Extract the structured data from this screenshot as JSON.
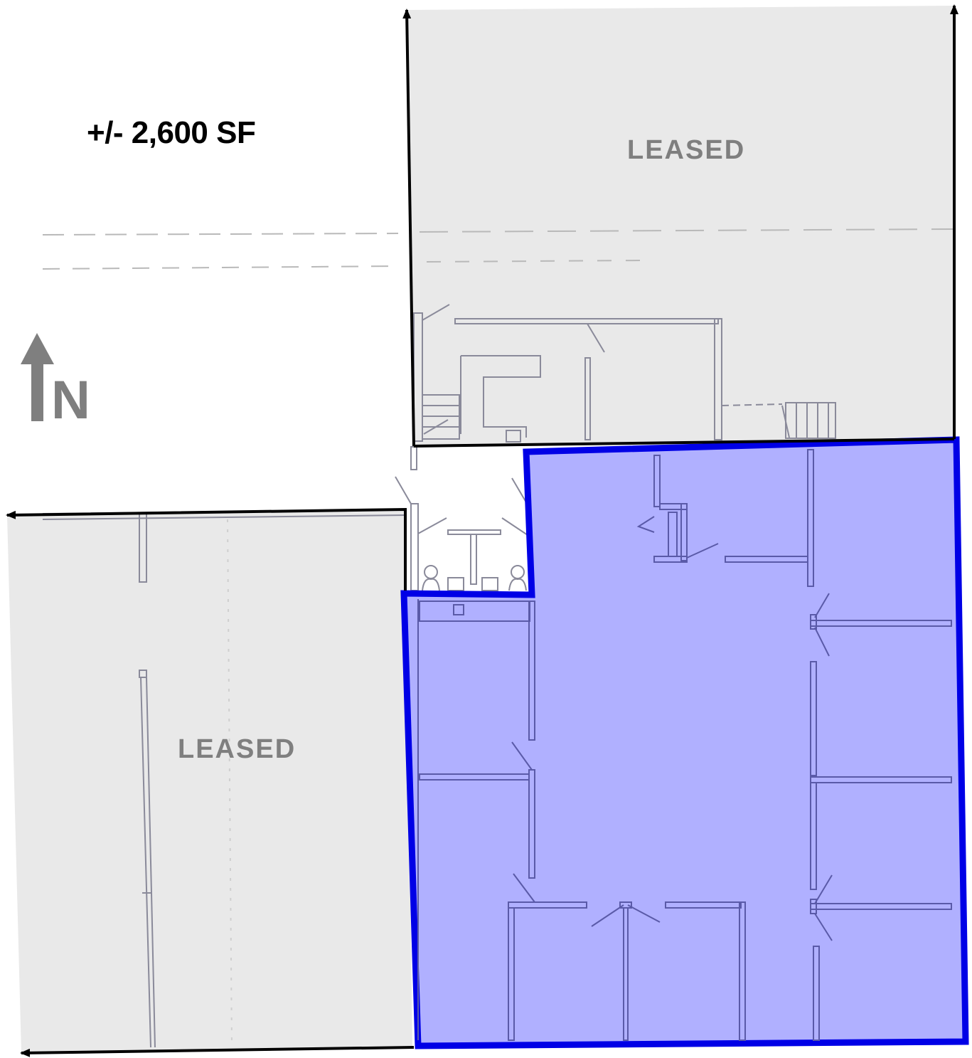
{
  "labels": {
    "area": "+/- 2,600 SF",
    "leased_top": "LEASED",
    "leased_left": "LEASED",
    "north": "N"
  },
  "colors": {
    "leased_fill": "#e9e9e9",
    "available_fill": "#b0b0ff",
    "available_outline": "#0000e6",
    "boundary_line": "#000000",
    "plan_lines": "#8a8a9a",
    "text_dark": "#000000",
    "text_gray": "#7f7f7f"
  },
  "icons": {
    "north_arrow": "north-arrow-icon"
  }
}
